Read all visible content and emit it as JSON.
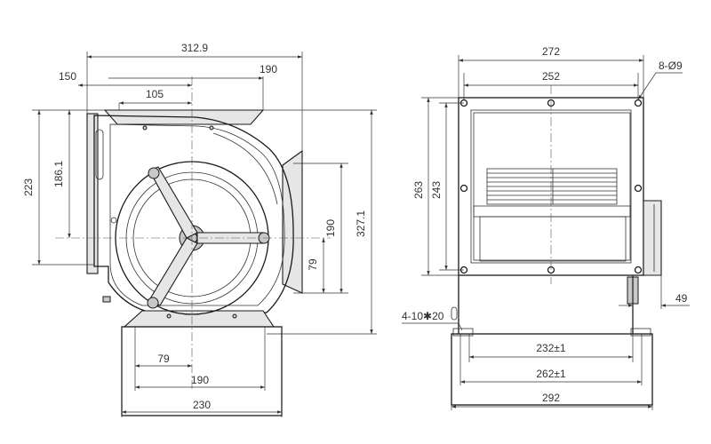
{
  "front_view": {
    "dims": {
      "overall_width": "312.9",
      "left_offset": "150",
      "top_flange": "190",
      "inner_105": "105",
      "height_223": "223",
      "height_186": "186.1",
      "height_327": "327.1",
      "right_190": "190",
      "right_79": "79",
      "bottom_79": "79",
      "bottom_190": "190",
      "bottom_230": "230"
    }
  },
  "side_view": {
    "dims": {
      "width_272": "272",
      "width_252": "252",
      "holes_note": "8-Ø9",
      "height_263": "263",
      "height_243": "243",
      "slot_note": "4-10✱20",
      "offset_49": "49",
      "base_232": "232±1",
      "base_262": "262±1",
      "base_292": "292"
    }
  }
}
